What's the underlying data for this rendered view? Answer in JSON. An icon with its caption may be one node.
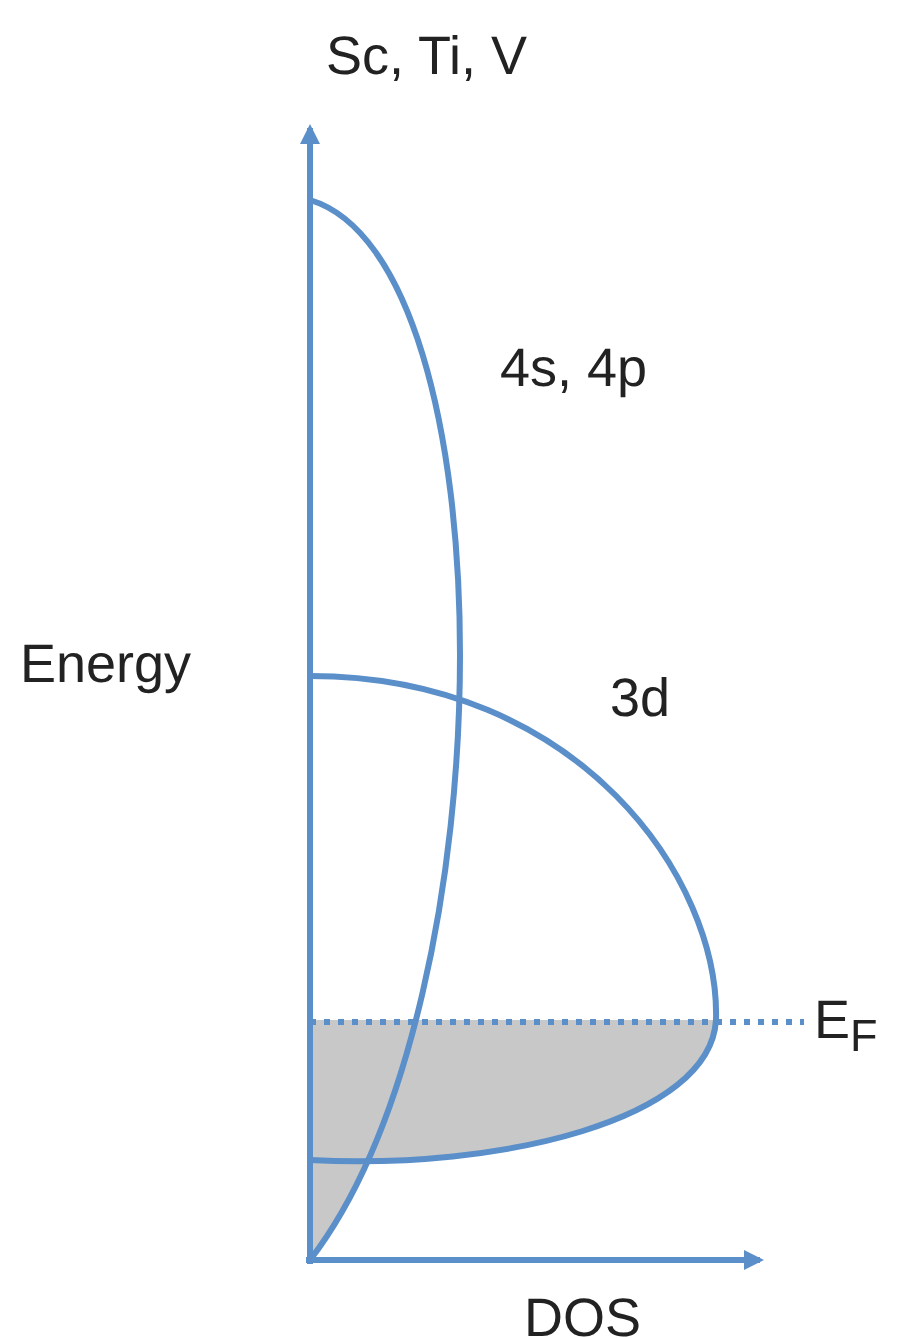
{
  "diagram": {
    "title": "Sc, Ti, V",
    "labels": [
      "4s, 4p",
      "Energy",
      "3d",
      "E$_{F}$",
      "DOS"
    ]
  }
}
